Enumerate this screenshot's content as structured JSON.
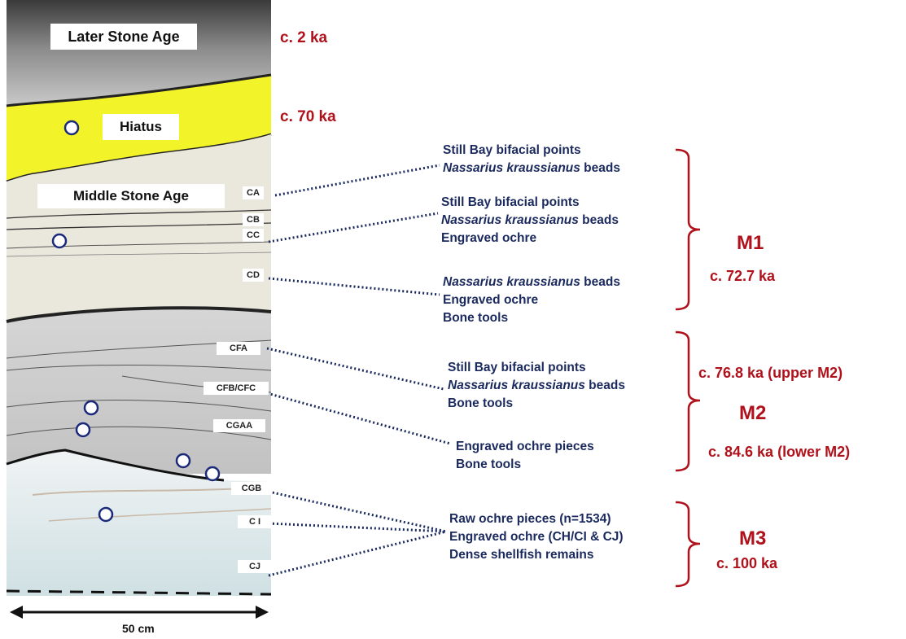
{
  "periods": {
    "later_stone_age": "Later Stone Age",
    "hiatus": "Hiatus",
    "middle_stone_age": "Middle Stone Age"
  },
  "dates": {
    "lsa": "c. 2 ka",
    "hiatus": "c. 70 ka",
    "m1": "c. 72.7 ka",
    "m2_upper": "c. 76.8 ka (upper M2)",
    "m2_lower": "c. 84.6 ka (lower M2)",
    "m3": "c. 100 ka"
  },
  "phases": {
    "m1": "M1",
    "m2": "M2",
    "m3": "M3"
  },
  "layers": [
    "CA",
    "CB",
    "CC",
    "CD",
    "CFA",
    "CFB/CFC",
    "CGAA",
    "CGB",
    "C I",
    "CJ"
  ],
  "scale_label": "50 cm",
  "finds": {
    "ca": {
      "line1": "Still Bay bifacial points",
      "line2_italic": "Nassarius kraussianus",
      "line2_rest": " beads"
    },
    "cc": {
      "line1": "Still Bay bifacial points",
      "line2_italic": "Nassarius kraussianus",
      "line2_rest": " beads",
      "line3": "Engraved ochre"
    },
    "cd": {
      "line1_italic": "Nassarius kraussianus",
      "line1_rest": " beads",
      "line2": "Engraved ochre",
      "line3": "Bone tools"
    },
    "cfa": {
      "line1": "Still Bay bifacial points",
      "line2_italic": "Nassarius kraussianus",
      "line2_rest": " beads",
      "line3": "Bone tools"
    },
    "cfb": {
      "line1": "Engraved ochre pieces",
      "line2": "Bone tools"
    },
    "m3": {
      "line1": "Raw ochre pieces (n=1534)",
      "line2": "Engraved ochre (CH/CI & CJ)",
      "line3": "Dense shellfish remains"
    }
  },
  "colors": {
    "navy": "#1b2a5e",
    "red": "#b0111b",
    "hiatus_yellow": "#f3f32a"
  }
}
